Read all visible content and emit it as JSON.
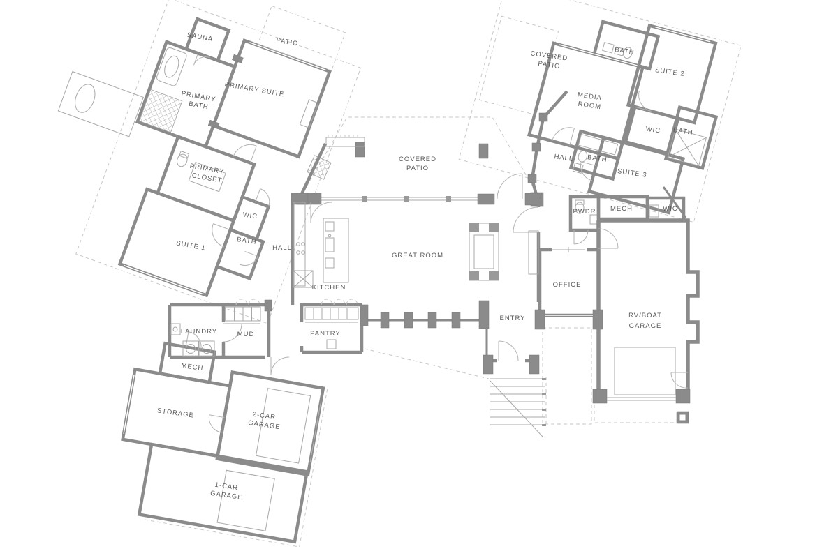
{
  "figure": "residential-floor-plan",
  "colors": {
    "background": "#ffffff",
    "wall": "#8b8b8b",
    "thin_line": "#a8a8a8",
    "dashed_line": "#c7c7c7",
    "label_text": "#585858"
  },
  "rooms": {
    "sauna": {
      "label": "SAUNA"
    },
    "patio_left": {
      "label": "PATIO"
    },
    "primary_bath": {
      "line1": "PRIMARY",
      "line2": "BATH"
    },
    "primary_suite": {
      "label": "PRIMARY SUITE"
    },
    "primary_closet": {
      "line1": "PRIMARY",
      "line2": "CLOSET"
    },
    "wic_left": {
      "label": "WIC"
    },
    "bath_suite1": {
      "label": "BATH"
    },
    "suite1": {
      "label": "SUITE 1"
    },
    "hall_left": {
      "label": "HALL"
    },
    "covered_patio_center": {
      "line1": "COVERED",
      "line2": "PATIO"
    },
    "great_room": {
      "label": "GREAT ROOM"
    },
    "kitchen": {
      "label": "KITCHEN"
    },
    "pantry": {
      "label": "PANTRY"
    },
    "mud": {
      "label": "MUD"
    },
    "laundry": {
      "label": "LAUNDRY"
    },
    "mech_garage_wing": {
      "label": "MECH"
    },
    "storage": {
      "label": "STORAGE"
    },
    "garage_2car": {
      "line1": "2-CAR",
      "line2": "GARAGE"
    },
    "garage_1car": {
      "line1": "1-CAR",
      "line2": "GARAGE"
    },
    "entry": {
      "label": "ENTRY"
    },
    "office": {
      "label": "OFFICE"
    },
    "rv_boat_garage": {
      "line1": "RV/BOAT",
      "line2": "GARAGE"
    },
    "pwdr": {
      "label": "PWDR"
    },
    "mech_center": {
      "label": "MECH"
    },
    "wic_right_lower": {
      "label": "WIC"
    },
    "covered_patio_right": {
      "line1": "COVERED",
      "line2": "PATIO"
    },
    "media_room": {
      "line1": "MEDIA",
      "line2": "ROOM"
    },
    "bath_media": {
      "label": "BATH"
    },
    "suite2": {
      "label": "SUITE 2"
    },
    "wic_suite2": {
      "label": "WIC"
    },
    "bath_suite2": {
      "label": "BATH"
    },
    "hall_right": {
      "label": "HALL"
    },
    "bath_suite3": {
      "label": "BATH"
    },
    "suite3": {
      "label": "SUITE 3"
    }
  }
}
